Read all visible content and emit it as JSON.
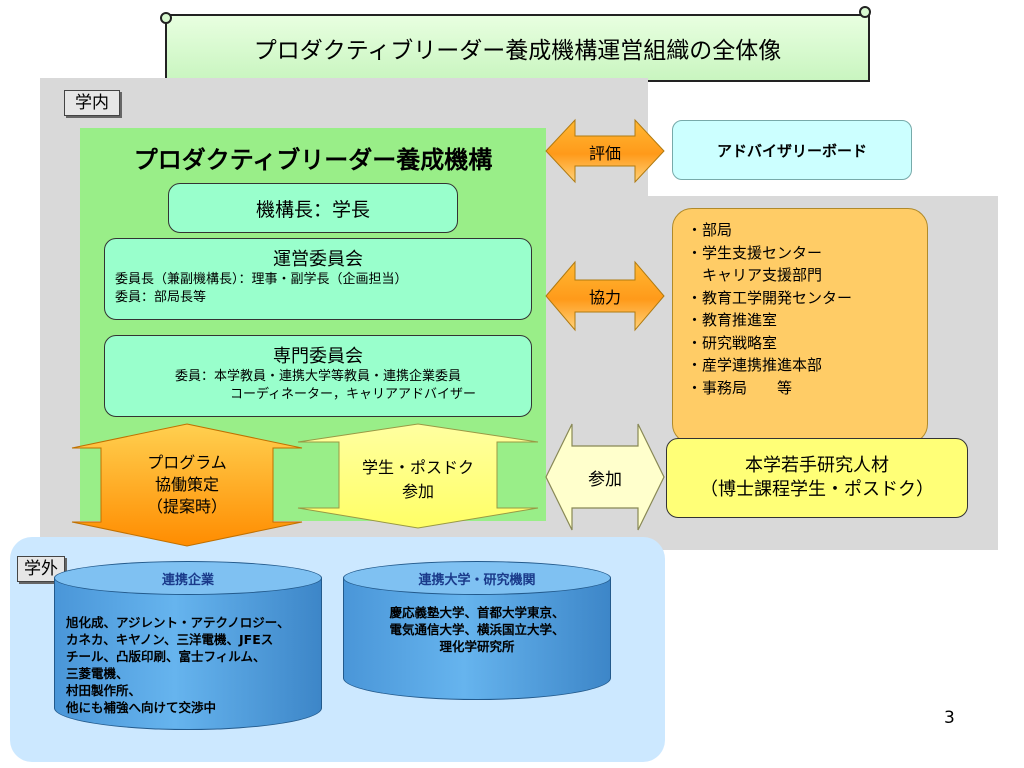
{
  "title": "プロダクティブリーダー養成機構運営組織の全体像",
  "labels": {
    "inner": "学内",
    "outer": "学外"
  },
  "organization": {
    "name": "プロダクティブリーダー養成機構",
    "director": "機構長：学長",
    "steering": {
      "title": "運営委員会",
      "lines": [
        "委員長（兼副機構長）：理事・副学長（企画担当）",
        "委員：部局長等"
      ]
    },
    "special": {
      "title": "専門委員会",
      "lines": [
        "委員：本学教員・連携大学等教員・連携企業委員",
        "コーディネーター，キャリアアドバイザー"
      ]
    },
    "program_arrow": [
      "プログラム",
      "協働策定",
      "（提案時）"
    ],
    "student_arrow": [
      "学生・ポスドク",
      "参加"
    ]
  },
  "connectors": {
    "evaluation": "評価",
    "cooperation": "協力",
    "participation": "参加"
  },
  "advisory_board": "アドバイザリーボード",
  "partners": [
    "・部局",
    "・学生支援センター",
    "　キャリア支援部門",
    "・教育工学開発センター",
    "・教育推進室",
    "・研究戦略室",
    "・産学連携推進本部",
    "・事務局　　等"
  ],
  "researchers": [
    "本学若手研究人材",
    "（博士課程学生・ポスドク）"
  ],
  "partner_companies": {
    "title": "連携企業",
    "lines": [
      "旭化成、アジレント・アテクノロジー、",
      "カネカ、キヤノン、三洋電機、JFEス",
      "チール、凸版印刷、富士フィルム、",
      "三菱電機、",
      "村田製作所、",
      "他にも補強へ向けて交渉中"
    ]
  },
  "partner_universities": {
    "title": "連携大学・研究機関",
    "lines": [
      "慶応義塾大学、首都大学東京、",
      "電気通信大学、横浜国立大学、",
      "理化学研究所"
    ]
  },
  "page_number": "3",
  "colors": {
    "org_green": "#99ee88",
    "mint": "#99ffcc",
    "orange": "#ffcc66",
    "yellow": "#ffff77",
    "advisory": "#ccffff",
    "cylinder_blue": "#4a96d8",
    "outer_blue": "#cce8ff",
    "gray": "#d9d9d9"
  }
}
